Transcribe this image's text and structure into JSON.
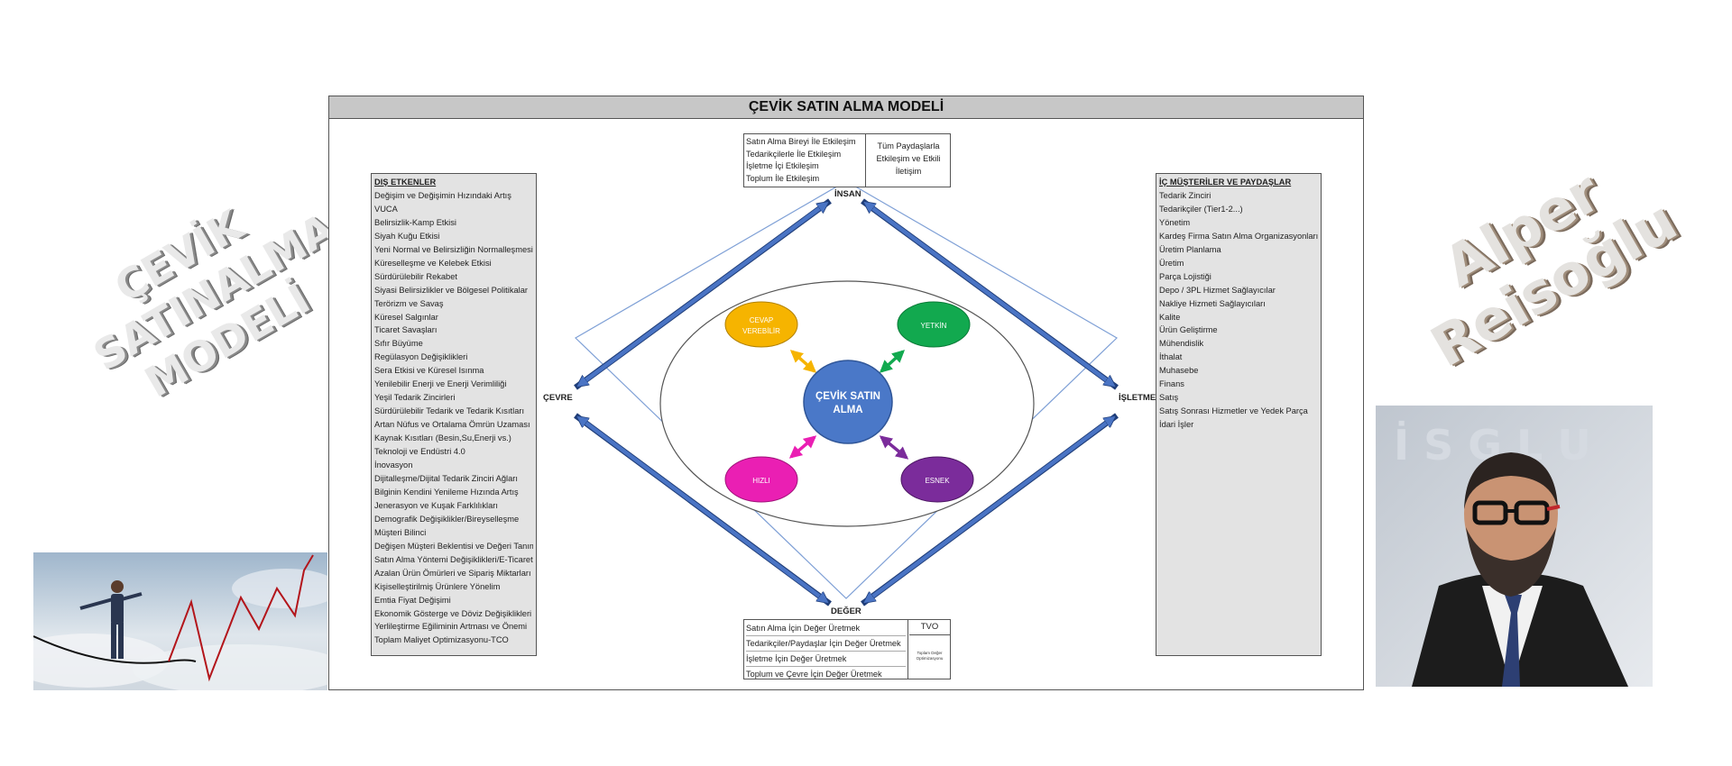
{
  "left_watermark": {
    "lines": [
      "ÇEVİK",
      "SATINALMA",
      "MODELİ"
    ]
  },
  "right_watermark": {
    "lines": [
      "Alper",
      "Reisoğlu"
    ]
  },
  "colors": {
    "title_bar": "#c7c7c7",
    "list_bg": "#e3e3e3",
    "arrow_blue": "#4a74c4",
    "center_circle": "#4a78c8",
    "cevap": "#f6b400",
    "yetkin": "#12a94f",
    "hizli": "#ea1fb3",
    "esnek": "#7b2c9b"
  },
  "model": {
    "title": "ÇEVİK SATIN ALMA MODELİ",
    "corners": {
      "top": "İNSAN",
      "left": "ÇEVRE",
      "right": "İŞLETME",
      "bottom": "DEĞER"
    },
    "center": {
      "line1": "ÇEVİK SATIN",
      "line2": "ALMA"
    },
    "bubbles": {
      "cevap": {
        "line1": "CEVAP",
        "line2": "VEREBİLİR"
      },
      "yetkin": "YETKİN",
      "hizli": "HIZLI",
      "esnek": "ESNEK"
    },
    "top_table": {
      "rows": [
        "Satın Alma Bireyi İle Etkileşim",
        "Tedarikçilerle İle Etkileşim",
        "İşletme İçi Etkileşim",
        "Toplum İle Etkileşim"
      ],
      "side": [
        "Tüm Paydaşlarla",
        "Etkileşim ve Etkili",
        "İletişim"
      ]
    },
    "bottom_table": {
      "rows": [
        "Satın Alma İçin Değer Üretmek",
        "Tedarikçiler/Paydaşlar İçin Değer Üretmek",
        "İşletme İçin Değer Üretmek",
        "Toplum ve Çevre İçin Değer Üretmek"
      ],
      "side_title": "TVO",
      "side_note": [
        "Toplam Değer",
        "Optimizasyonu"
      ]
    },
    "dis_etkenler": {
      "header": "DIŞ ETKENLER",
      "items": [
        "Değişim ve Değişimin Hızındaki Artış",
        "VUCA",
        "Belirsizlik-Kamp Etkisi",
        "Siyah Kuğu Etkisi",
        "Yeni Normal ve Belirsizliğin Normalleşmesi",
        "Küreselleşme ve Kelebek Etkisi",
        "Sürdürülebilir Rekabet",
        "Siyasi Belirsizlikler ve Bölgesel Politikalar",
        "Terörizm ve Savaş",
        "Küresel Salgınlar",
        "Ticaret Savaşları",
        "Sıfır Büyüme",
        "Regülasyon Değişiklikleri",
        "Sera Etkisi ve Küresel Isınma",
        "Yenilebilir Enerji ve Enerji Verimliliği",
        "Yeşil Tedarik Zincirleri",
        "Sürdürülebilir Tedarik ve Tedarik Kısıtları",
        "Artan Nüfus ve Ortalama Ömrün Uzaması",
        "Kaynak Kısıtları (Besin,Su,Enerji vs.)",
        "Teknoloji ve Endüstri 4.0",
        "İnovasyon",
        "Dijitalleşme/Dijital Tedarik Zinciri Ağları",
        "Bilginin Kendini Yenileme Hızında Artış",
        "Jenerasyon ve Kuşak Farklılıkları",
        "Demografik Değişiklikler/Bireyselleşme",
        "Müşteri Bilinci",
        "Değişen Müşteri Beklentisi ve Değeri Tanımı",
        "Satın Alma Yöntemi Değişiklikleri/E-Ticaret",
        "Azalan Ürün Ömürleri ve Sipariş Miktarları",
        "Kişiselleştirilmiş Ürünlere Yönelim",
        "Emtia Fiyat Değişimi",
        "Ekonomik Gösterge ve Döviz Değişiklikleri",
        "Yerlileştirme Eğiliminin Artması ve Önemi",
        "Toplam Maliyet Optimizasyonu-TCO"
      ]
    },
    "ic_musteriler": {
      "header": "İÇ MÜŞTERİLER VE PAYDAŞLAR",
      "items": [
        "Tedarik Zinciri",
        "Tedarikçiler (Tier1-2...)",
        "Yönetim",
        "Kardeş Firma Satın Alma Organizasyonları",
        "Üretim Planlama",
        "Üretim",
        "Parça Lojistiği",
        "Depo / 3PL Hizmet Sağlayıcılar",
        "Nakliye Hizmeti Sağlayıcıları",
        "Kalite",
        "Ürün Geliştirme",
        "Mühendislik",
        "İthalat",
        "Muhasebe",
        "Finans",
        "Satış",
        "Satış Sonrası Hizmetler ve Yedek Parça",
        "İdari İşler"
      ]
    }
  }
}
